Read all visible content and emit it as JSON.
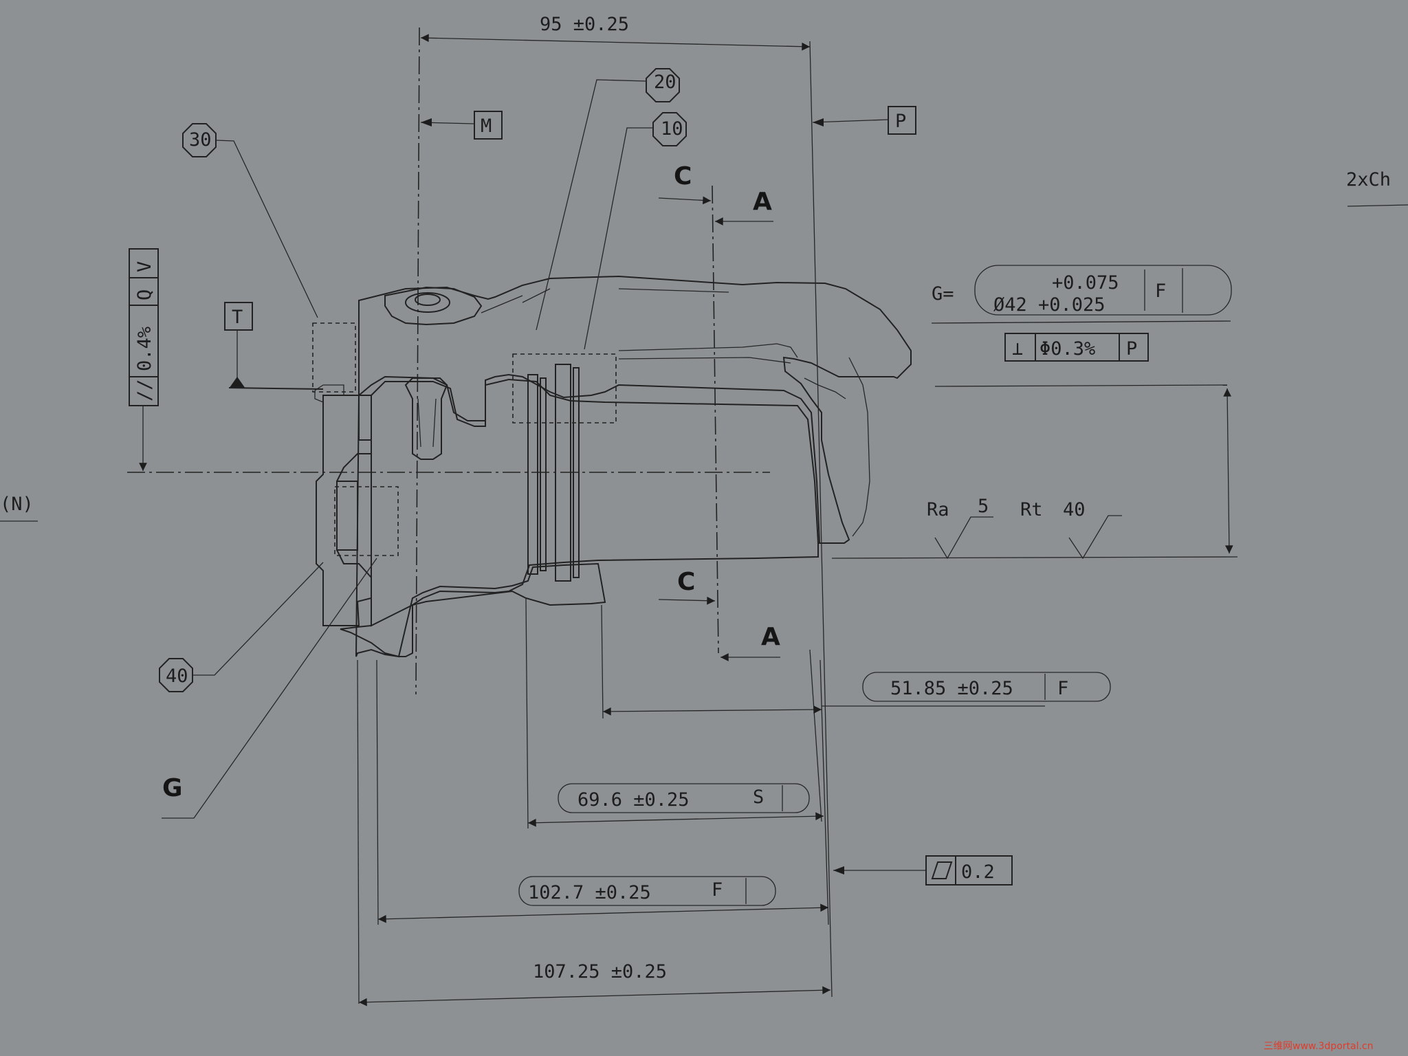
{
  "dimensions": {
    "top": "95 ±0.25",
    "d51": "51.85 ±0.25",
    "d51_ref": "F",
    "d69": "69.6 ±0.25",
    "d69_ref": "S",
    "d102": "102.7 ±0.25",
    "d102_ref": "F",
    "d107": "107.25 ±0.25"
  },
  "datums": {
    "m": "M",
    "p": "P",
    "t": "T"
  },
  "balloons": {
    "b20": "20",
    "b10": "10",
    "b30": "30",
    "b40": "40"
  },
  "section_labels": {
    "c": "C",
    "a": "A",
    "g": "G"
  },
  "edge_text": {
    "left": "(N)",
    "right": "2xCh"
  },
  "g_spec": {
    "prefix": "G=",
    "upper": "+0.075",
    "lower": "Ø42 +0.025",
    "ref": "F"
  },
  "tolerances": {
    "perp_symbol": "⊥",
    "perp_value": "Φ0.3%",
    "perp_ref": "P",
    "par_symbol": "//",
    "par_value": "0.4%",
    "par_ref1": "Q",
    "par_ref2": "V",
    "flat_value": "0.2"
  },
  "roughness": {
    "ra_label": "Ra",
    "ra_value": "5",
    "rt_label": "Rt",
    "rt_value": "40"
  },
  "watermark": "三维网www.3dportal.cn"
}
